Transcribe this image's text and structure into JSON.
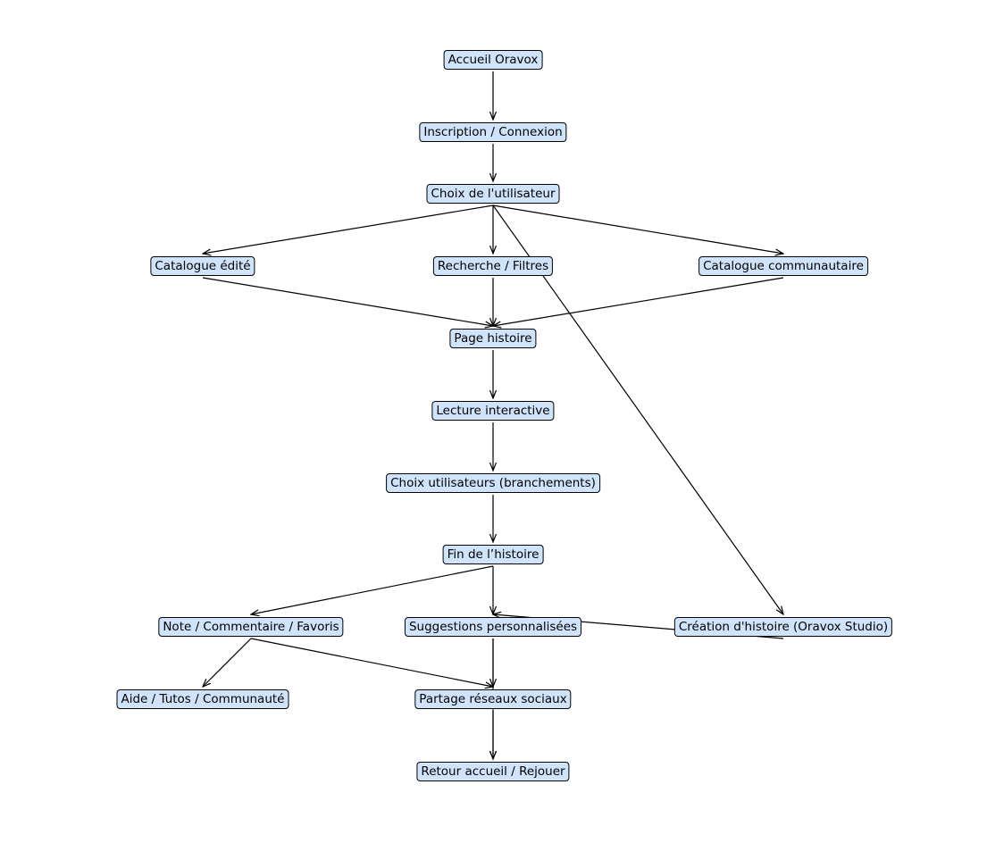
{
  "diagram": {
    "style": {
      "node_fill": "#cfe3fb",
      "node_border": "#000000",
      "edge_color": "#000000"
    },
    "nodes": [
      {
        "id": "accueil",
        "label": "Accueil Oravox"
      },
      {
        "id": "inscription",
        "label": "Inscription / Connexion"
      },
      {
        "id": "choix_user",
        "label": "Choix de l'utilisateur"
      },
      {
        "id": "catalogue_edite",
        "label": "Catalogue édité"
      },
      {
        "id": "recherche",
        "label": "Recherche / Filtres"
      },
      {
        "id": "catalogue_comm",
        "label": "Catalogue communautaire"
      },
      {
        "id": "page_histoire",
        "label": "Page histoire"
      },
      {
        "id": "lecture",
        "label": "Lecture interactive"
      },
      {
        "id": "choix_branch",
        "label": "Choix utilisateurs (branchements)"
      },
      {
        "id": "fin",
        "label": "Fin de l’histoire"
      },
      {
        "id": "note",
        "label": "Note / Commentaire / Favoris"
      },
      {
        "id": "suggestions",
        "label": "Suggestions personnalisées"
      },
      {
        "id": "creation",
        "label": "Création d'histoire (Oravox Studio)"
      },
      {
        "id": "aide",
        "label": "Aide / Tutos / Communauté"
      },
      {
        "id": "partage",
        "label": "Partage réseaux sociaux"
      },
      {
        "id": "retour",
        "label": "Retour accueil / Rejouer"
      }
    ],
    "edges": [
      {
        "from": "accueil",
        "to": "inscription"
      },
      {
        "from": "inscription",
        "to": "choix_user"
      },
      {
        "from": "choix_user",
        "to": "catalogue_edite"
      },
      {
        "from": "choix_user",
        "to": "recherche"
      },
      {
        "from": "choix_user",
        "to": "catalogue_comm"
      },
      {
        "from": "choix_user",
        "to": "creation"
      },
      {
        "from": "catalogue_edite",
        "to": "page_histoire"
      },
      {
        "from": "recherche",
        "to": "page_histoire"
      },
      {
        "from": "catalogue_comm",
        "to": "page_histoire"
      },
      {
        "from": "page_histoire",
        "to": "lecture"
      },
      {
        "from": "lecture",
        "to": "choix_branch"
      },
      {
        "from": "choix_branch",
        "to": "fin"
      },
      {
        "from": "fin",
        "to": "note"
      },
      {
        "from": "fin",
        "to": "suggestions"
      },
      {
        "from": "creation",
        "to": "suggestions"
      },
      {
        "from": "note",
        "to": "aide"
      },
      {
        "from": "note",
        "to": "partage"
      },
      {
        "from": "suggestions",
        "to": "partage"
      },
      {
        "from": "suggestions",
        "to": "retour"
      },
      {
        "from": "partage",
        "to": "retour"
      }
    ]
  }
}
